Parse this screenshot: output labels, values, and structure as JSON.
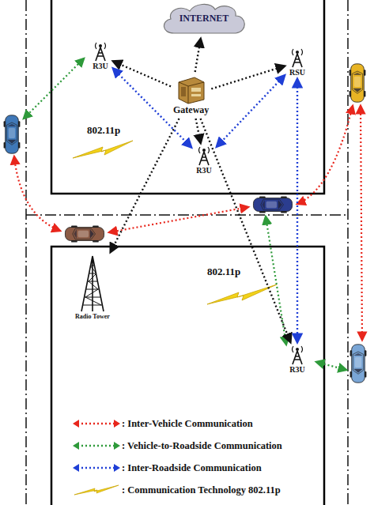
{
  "diagram": {
    "nodes": [
      {
        "text": [
          "INTERNET"
        ]
      },
      {
        "text": [
          "Gateway"
        ]
      },
      {
        "text": [
          "R3U"
        ]
      },
      {
        "text": [
          "R3U"
        ]
      },
      {
        "text": [
          "RSU"
        ]
      },
      {
        "text": [
          "Radio Tower"
        ]
      },
      {
        "text": [
          "R3U"
        ]
      }
    ],
    "edges": [
      {
        "from": 1,
        "to": 0,
        "arrow": "to"
      },
      {
        "from": 1,
        "to": 2,
        "arrow": "to"
      },
      {
        "from": 1,
        "to": 4,
        "arrow": "to"
      },
      {
        "from": 1,
        "to": 3,
        "arrow": "to"
      },
      {
        "from": 1,
        "to": 5,
        "arrow": "to"
      },
      {
        "from": 1,
        "to": 6,
        "arrow": "to"
      },
      {
        "from": 2,
        "to": 3,
        "arrow": "both"
      },
      {
        "from": 4,
        "to": 3,
        "arrow": "both"
      },
      {
        "from": 4,
        "to": 6,
        "arrow": "both"
      }
    ],
    "labels": [
      "802.11p",
      "802.11p"
    ],
    "legend": [
      {
        "text": ": Inter-Vehicle Communication"
      },
      {
        "text": ": Vehicle-to-Roadside Communication"
      },
      {
        "text": ": Inter-Roadside Communication"
      },
      {
        "text": ": Communication Technology 802.11p"
      }
    ]
  }
}
